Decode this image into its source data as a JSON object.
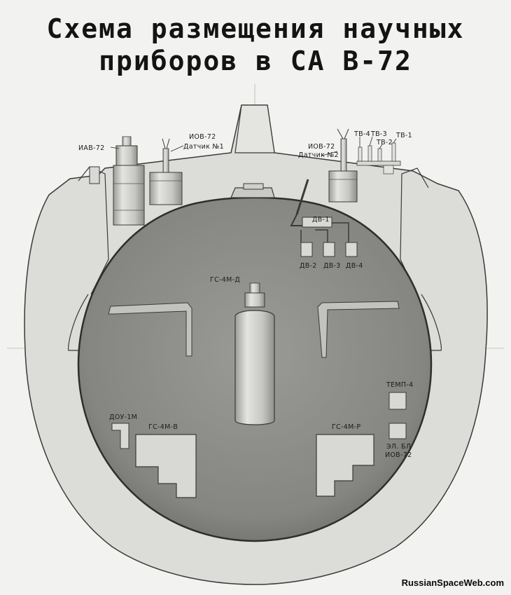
{
  "title": {
    "line1": "Схема размещения научных",
    "line2": "приборов в СА В-72"
  },
  "labels": {
    "iav72": "ИАВ-72",
    "iov72_d1_l1": "ИОВ-72",
    "iov72_d1_l2": "Датчик №1",
    "iov72_d2_l1": "ИОВ-72",
    "iov72_d2_l2": "Датчик №2",
    "tv4": "ТВ-4",
    "tv3": "ТВ-3",
    "tv2": "ТВ-2",
    "tv1": "ТВ-1",
    "dv1": "ДВ-1",
    "dv2": "ДВ-2",
    "dv3": "ДВ-3",
    "dv4": "ДВ-4",
    "gs4md": "ГС-4М-Д",
    "temp4": "ТЕМП-4",
    "dou1m": "ДОУ-1М",
    "gs4mv": "ГС-4М-В",
    "gs4mr": "ГС-4М-Р",
    "elbl_l1": "ЭЛ. БЛ",
    "elbl_l2": "ИОВ-72"
  },
  "credit": "RussianSpaceWeb.com",
  "colors": {
    "background": "#f2f2f0",
    "shell": "#dcdcd9",
    "cabin": "#8a8a87",
    "instrument": "#cfcfcc",
    "outline": "#3a3a3a"
  }
}
